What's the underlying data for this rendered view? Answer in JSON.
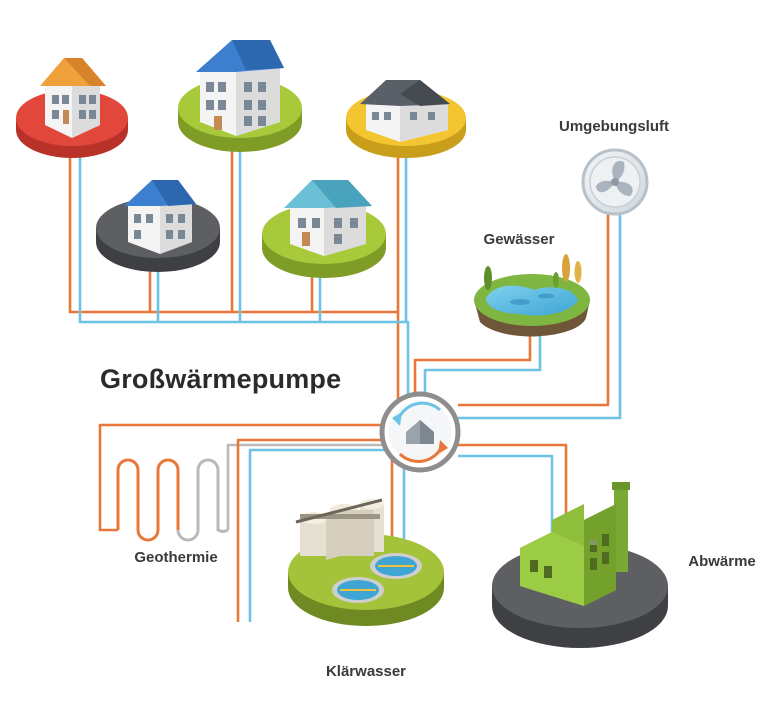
{
  "diagram": {
    "title": "Großwärmepumpe",
    "labels": {
      "ambient_air": "Umgebungsluft",
      "water_body": "Gewässer",
      "geothermal": "Geothermie",
      "sewage_water": "Klärwasser",
      "waste_heat": "Abwärme"
    }
  },
  "colors": {
    "hot_pipe": "#e8773a",
    "cold_pipe": "#6cc3e6",
    "grey_pipe": "#b9b9b9",
    "red_platform": "#e2473c",
    "green_platform": "#a7c93a",
    "yellow_platform": "#f3c531",
    "dark_platform": "#5d5f63",
    "roof_blue": "#3d7fcf",
    "roof_orange": "#f0a13c",
    "roof_grey": "#5a6068",
    "roof_teal": "#6cc0d6",
    "factory_green": "#8fbe3c"
  },
  "icons": [
    "house-icon",
    "fan-icon",
    "pond-icon",
    "pump-icon",
    "treatment-plant-icon",
    "factory-icon",
    "geothermal-loop-icon"
  ]
}
